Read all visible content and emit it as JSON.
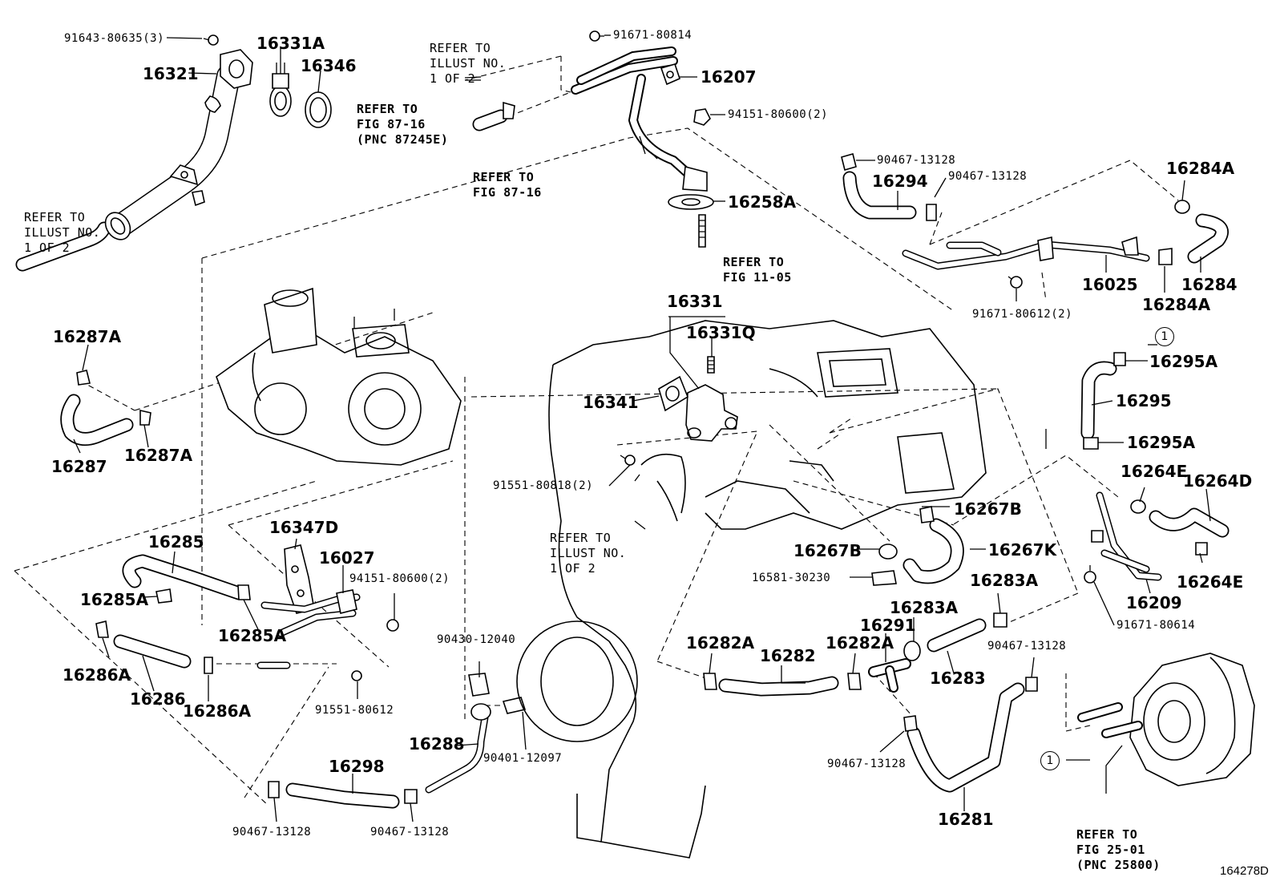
{
  "parts": [
    {
      "id": "p16331A",
      "text": "16331A"
    },
    {
      "id": "p16346",
      "text": "16346"
    },
    {
      "id": "p16321",
      "text": "16321"
    },
    {
      "id": "p16207",
      "text": "16207"
    },
    {
      "id": "p16258A",
      "text": "16258A"
    },
    {
      "id": "p16294",
      "text": "16294"
    },
    {
      "id": "p16284A_top",
      "text": "16284A"
    },
    {
      "id": "p16284",
      "text": "16284"
    },
    {
      "id": "p16284A_bot",
      "text": "16284A"
    },
    {
      "id": "p16025",
      "text": "16025"
    },
    {
      "id": "p16331",
      "text": "16331"
    },
    {
      "id": "p16331Q",
      "text": "16331Q"
    },
    {
      "id": "p16341",
      "text": "16341"
    },
    {
      "id": "p16295A_top",
      "text": "16295A"
    },
    {
      "id": "p16295",
      "text": "16295"
    },
    {
      "id": "p16295A_bot",
      "text": "16295A"
    },
    {
      "id": "p16264E_top",
      "text": "16264E"
    },
    {
      "id": "p16264D",
      "text": "16264D"
    },
    {
      "id": "p16264E_bot",
      "text": "16264E"
    },
    {
      "id": "p16209",
      "text": "16209"
    },
    {
      "id": "p16287A_top",
      "text": "16287A"
    },
    {
      "id": "p16287",
      "text": "16287"
    },
    {
      "id": "p16287A_bot",
      "text": "16287A"
    },
    {
      "id": "p16285",
      "text": "16285"
    },
    {
      "id": "p16285A_l",
      "text": "16285A"
    },
    {
      "id": "p16285A_r",
      "text": "16285A"
    },
    {
      "id": "p16347D",
      "text": "16347D"
    },
    {
      "id": "p16027",
      "text": "16027"
    },
    {
      "id": "p16286A_l",
      "text": "16286A"
    },
    {
      "id": "p16286",
      "text": "16286"
    },
    {
      "id": "p16286A_r",
      "text": "16286A"
    },
    {
      "id": "p16267B_top",
      "text": "16267B"
    },
    {
      "id": "p16267B_l",
      "text": "16267B"
    },
    {
      "id": "p16267K",
      "text": "16267K"
    },
    {
      "id": "p16283A_r",
      "text": "16283A"
    },
    {
      "id": "p16283A_m",
      "text": "16283A"
    },
    {
      "id": "p16291",
      "text": "16291"
    },
    {
      "id": "p16282A_l",
      "text": "16282A"
    },
    {
      "id": "p16282",
      "text": "16282"
    },
    {
      "id": "p16282A_r",
      "text": "16282A"
    },
    {
      "id": "p16283",
      "text": "16283"
    },
    {
      "id": "p16288",
      "text": "16288"
    },
    {
      "id": "p16298",
      "text": "16298"
    },
    {
      "id": "p16281",
      "text": "16281"
    }
  ],
  "sub_parts": [
    {
      "id": "s91643",
      "text": "91643-80635(3)"
    },
    {
      "id": "s91671_80814",
      "text": "91671-80814"
    },
    {
      "id": "s94151_top",
      "text": "94151-80600(2)"
    },
    {
      "id": "s90467_a",
      "text": "90467-13128"
    },
    {
      "id": "s90467_b",
      "text": "90467-13128"
    },
    {
      "id": "s91671_80612",
      "text": "91671-80612(2)"
    },
    {
      "id": "s91551_80818",
      "text": "91551-80818(2)"
    },
    {
      "id": "s94151_mid",
      "text": "94151-80600(2)"
    },
    {
      "id": "s91671_80614",
      "text": "91671-80614"
    },
    {
      "id": "s16581",
      "text": "16581-30230"
    },
    {
      "id": "s90467_c",
      "text": "90467-13128"
    },
    {
      "id": "s90430",
      "text": "90430-12040"
    },
    {
      "id": "s91551_80612",
      "text": "91551-80612"
    },
    {
      "id": "s90401",
      "text": "90401-12097"
    },
    {
      "id": "s90467_d",
      "text": "90467-13128"
    },
    {
      "id": "s90467_e",
      "text": "90467-13128"
    },
    {
      "id": "s90467_f",
      "text": "90467-13128"
    }
  ],
  "references": [
    {
      "id": "r_illust_top",
      "lines": [
        "REFER TO",
        "ILLUST NO.",
        "1 OF 2"
      ]
    },
    {
      "id": "r_fig8716_a",
      "lines": [
        "REFER TO",
        "FIG 87-16",
        "(PNC 87245E)"
      ]
    },
    {
      "id": "r_fig8716_b",
      "lines": [
        "REFER TO",
        "FIG 87-16"
      ]
    },
    {
      "id": "r_illust_left",
      "lines": [
        "REFER TO",
        "ILLUST NO.",
        "1 OF 2"
      ]
    },
    {
      "id": "r_fig1105",
      "lines": [
        "REFER TO",
        "FIG 11-05"
      ]
    },
    {
      "id": "r_illust_mid",
      "lines": [
        "REFER TO",
        "ILLUST NO.",
        "1 OF 2"
      ]
    },
    {
      "id": "r_fig2501",
      "lines": [
        "REFER TO",
        "FIG 25-01",
        "(PNC 25800)"
      ]
    }
  ],
  "circle_markers": [
    {
      "id": "c1_top",
      "text": "1"
    },
    {
      "id": "c1_bot",
      "text": "1"
    }
  ],
  "figure_id": "164278D"
}
